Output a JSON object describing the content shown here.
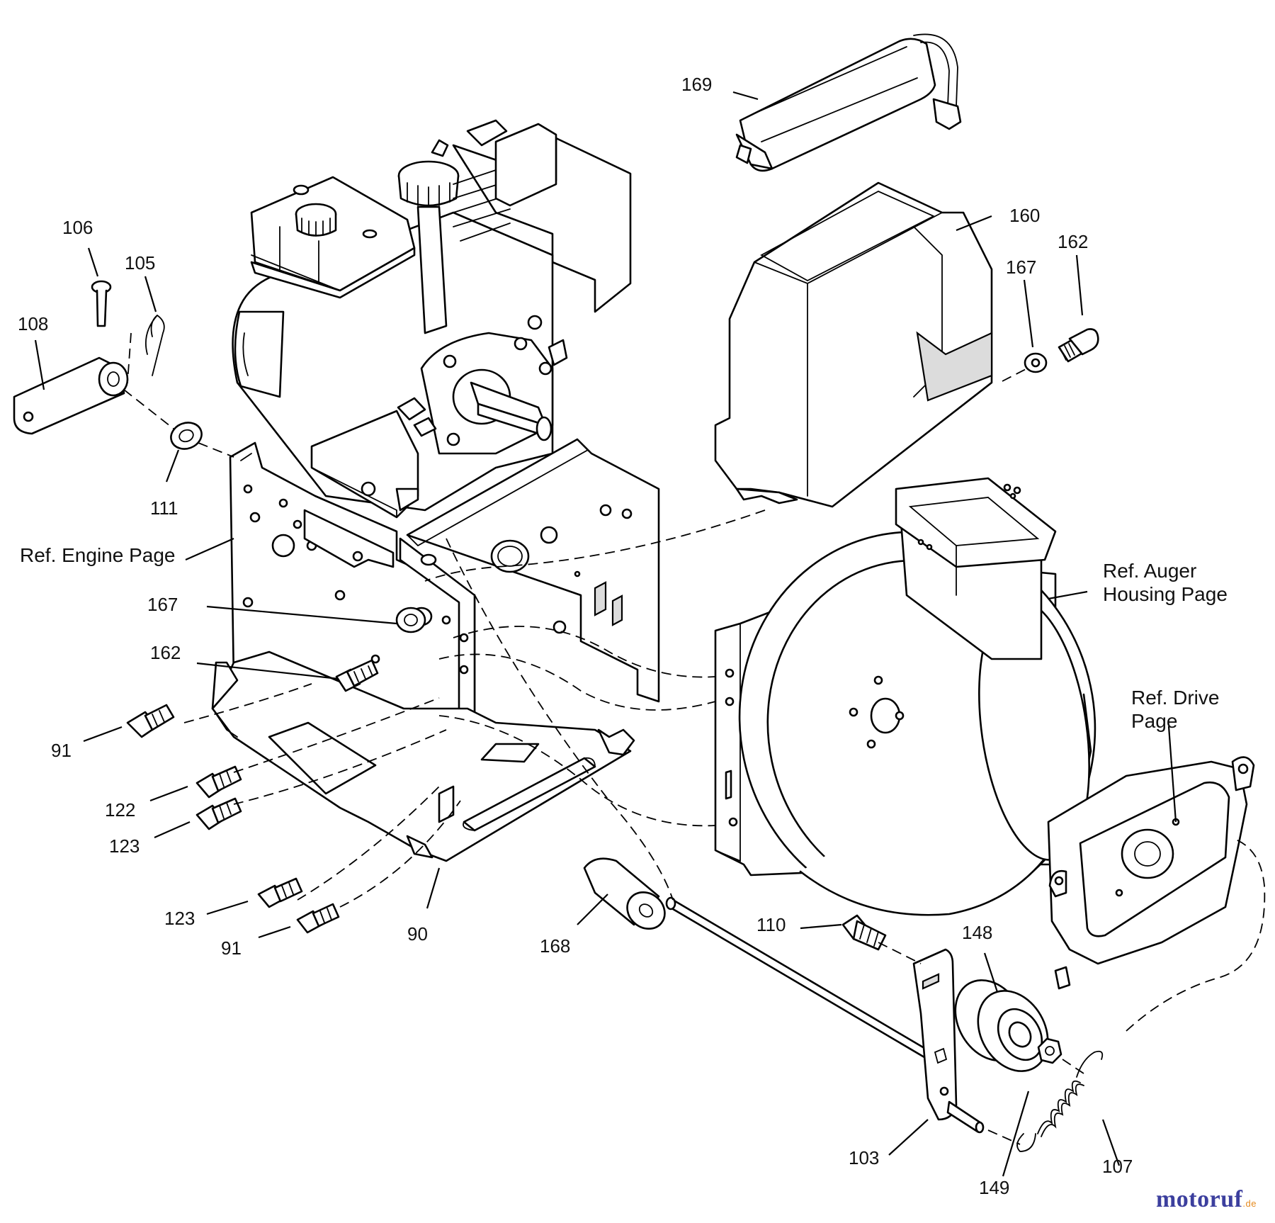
{
  "callouts": {
    "p169": "169",
    "p160": "160",
    "p162a": "162",
    "p167a": "167",
    "p106": "106",
    "p105": "105",
    "p108": "108",
    "p111": "111",
    "p167b": "167",
    "p162b": "162",
    "p91a": "91",
    "p122": "122",
    "p123a": "123",
    "p123b": "123",
    "p91b": "91",
    "p90": "90",
    "p168": "168",
    "p110": "110",
    "p148": "148",
    "p103": "103",
    "p149": "149",
    "p107": "107"
  },
  "references": {
    "engine": "Ref. Engine Page",
    "auger_line1": "Ref. Auger",
    "auger_line2": "Housing Page",
    "drive_line1": "Ref. Drive",
    "drive_line2": "Page"
  },
  "brand": {
    "name": "motoruf",
    "tld": ".de"
  },
  "colors": {
    "line": "#000000",
    "brand_text": "#3c3f9e",
    "brand_tld": "#e58a1f"
  }
}
